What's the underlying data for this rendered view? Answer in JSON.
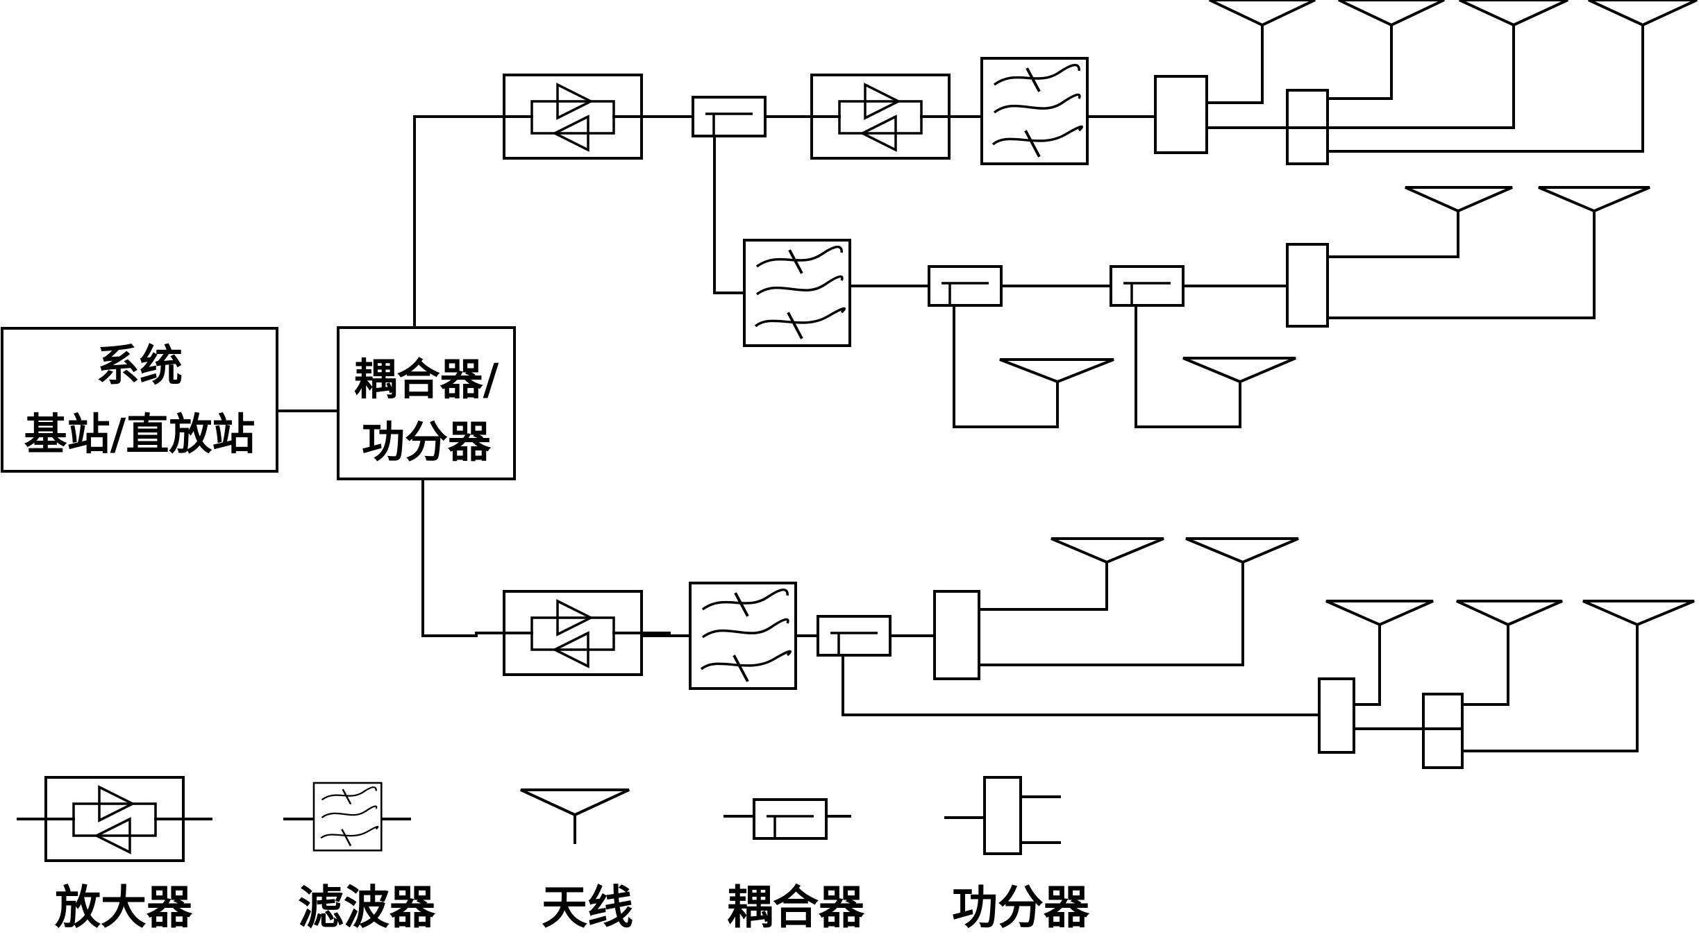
{
  "system_box": {
    "line1": "系统",
    "line2": "基站/直放站"
  },
  "splitter_box": {
    "line1": "耦合器/",
    "line2": "功分器"
  },
  "legend": {
    "amplifier": "放大器",
    "filter": "滤波器",
    "antenna": "天线",
    "coupler": "耦合器",
    "divider": "功分器"
  },
  "colors": {
    "stroke": "#000000",
    "background": "#ffffff"
  }
}
